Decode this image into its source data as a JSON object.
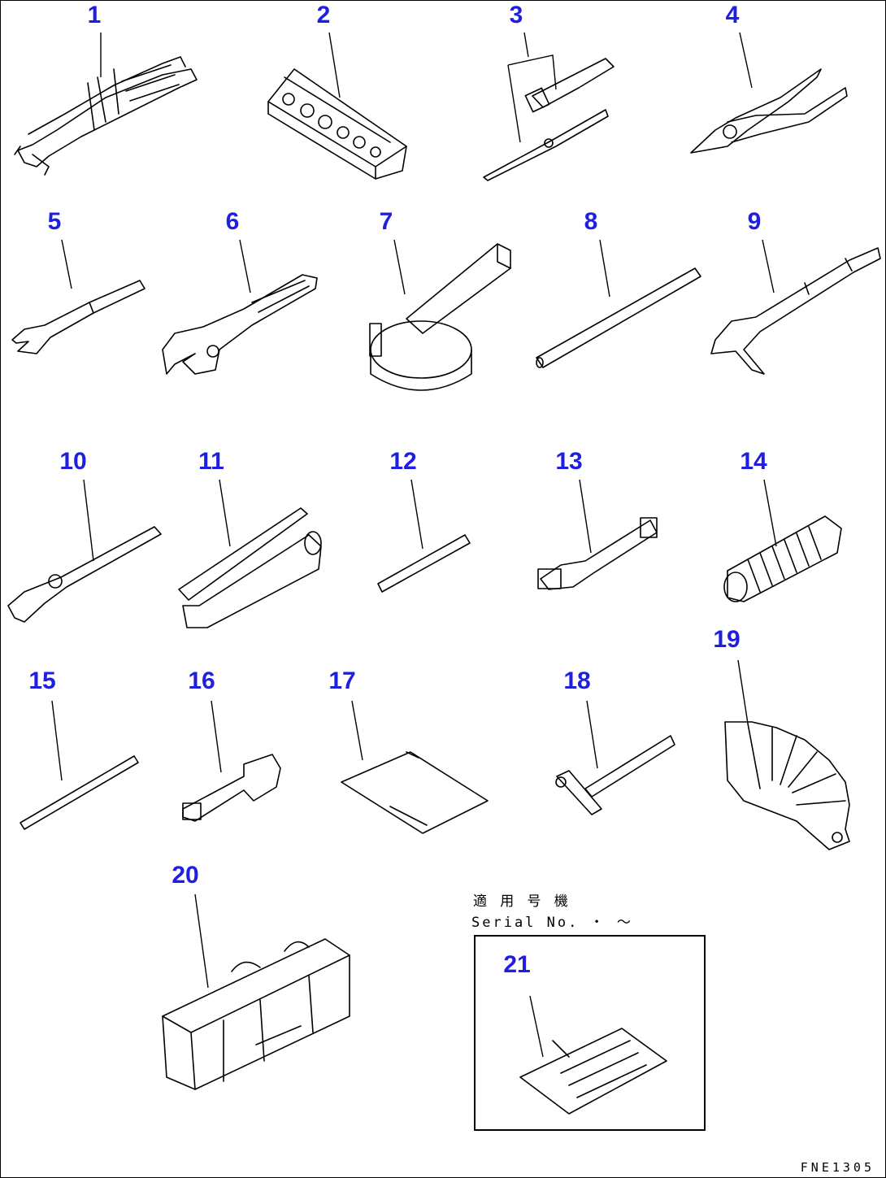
{
  "callouts": [
    "1",
    "2",
    "3",
    "4",
    "5",
    "6",
    "7",
    "8",
    "9",
    "10",
    "11",
    "12",
    "13",
    "14",
    "15",
    "16",
    "17",
    "18",
    "19",
    "20",
    "21"
  ],
  "serial_note": {
    "line1": "適 用 号 機",
    "line2": "Serial No.  ・ ～"
  },
  "drawing_code": "FNE1305"
}
